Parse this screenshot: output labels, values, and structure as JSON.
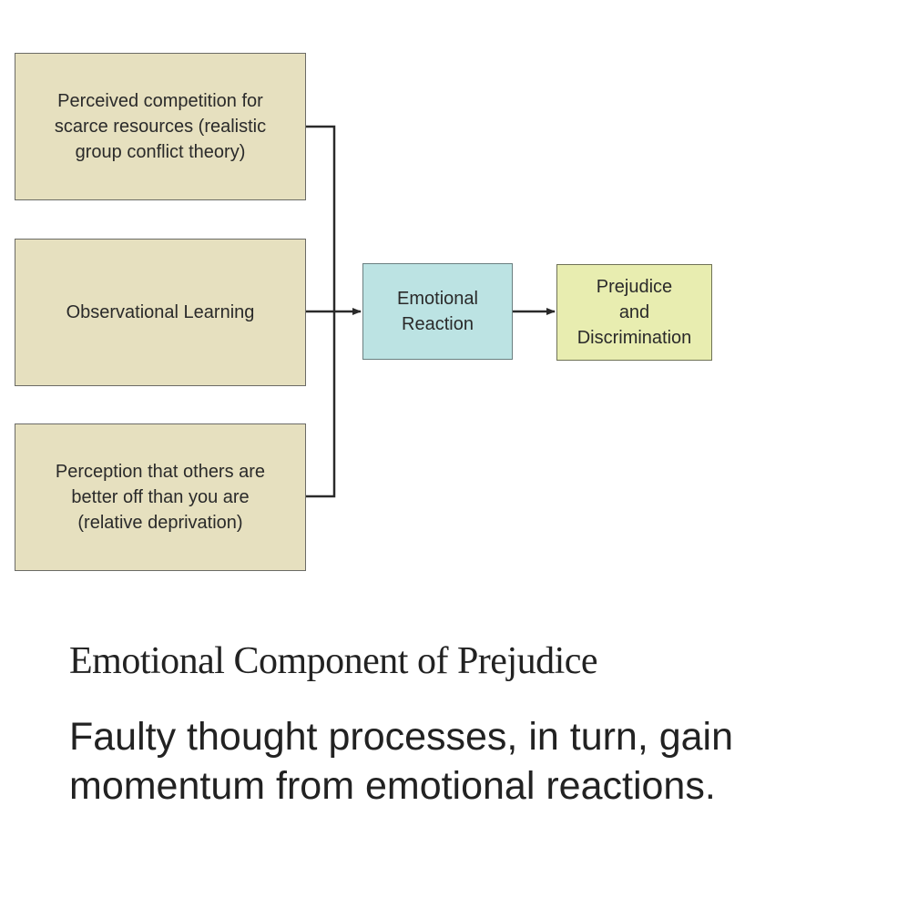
{
  "diagram": {
    "causes": [
      {
        "id": "realistic-conflict",
        "label": "Perceived competition for\nscarce resources (realistic\ngroup conflict theory)"
      },
      {
        "id": "observational-learning",
        "label": "Observational Learning"
      },
      {
        "id": "relative-deprivation",
        "label": "Perception that others are\nbetter off than you are\n(relative deprivation)"
      }
    ],
    "mediator": {
      "label": "Emotional\nReaction"
    },
    "outcome": {
      "label": "Prejudice\nand\nDiscrimination"
    },
    "colors": {
      "cause_fill": "#e6e0bf",
      "mediator_fill": "#bce3e3",
      "outcome_fill": "#e8edb0",
      "line": "#2a2a2a"
    }
  },
  "caption": {
    "title": "Emotional Component of Prejudice",
    "body": "Faulty thought processes, in turn, gain momentum from emotional reactions."
  }
}
